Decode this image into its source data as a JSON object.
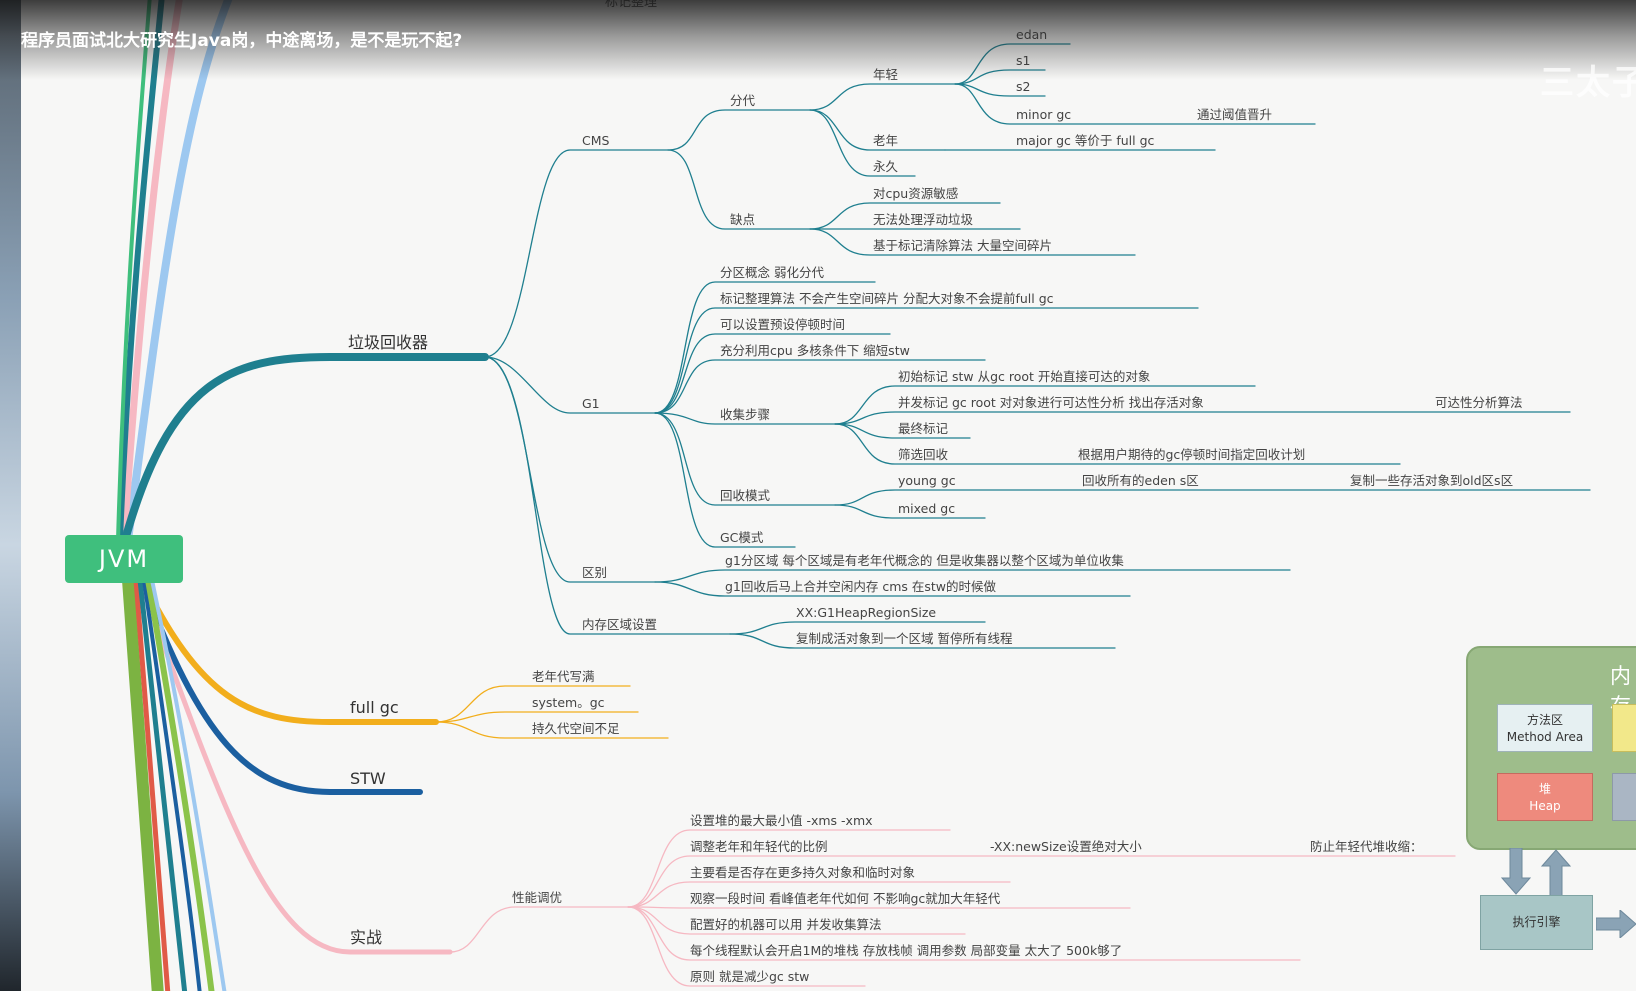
{
  "video": {
    "title": "程序员面试北大研究生Java岗，中途离场，是不是玩不起?",
    "watermark": "三太子"
  },
  "mindmap": {
    "root": "JVM",
    "top_fragment": "标记整理",
    "gc": {
      "label": "垃圾回收器",
      "cms": {
        "label": "CMS",
        "fendai": "分代",
        "young": "年轻",
        "young_items": [
          "edan",
          "s1",
          "s2",
          "minor gc"
        ],
        "promote": "通过阈值晋升",
        "old": "老年",
        "old_note": "major gc 等价于 full gc",
        "perm": "永久",
        "defects_label": "缺点",
        "defects": [
          "对cpu资源敏感",
          "无法处理浮动垃圾",
          "基于标记清除算法 大量空间碎片"
        ]
      },
      "g1": {
        "label": "G1",
        "features": [
          "分区概念 弱化分代",
          "标记整理算法 不会产生空间碎片 分配大对象不会提前full gc",
          "可以设置预设停顿时间",
          "充分利用cpu 多核条件下 缩短stw"
        ],
        "steps_label": "收集步骤",
        "steps": [
          "初始标记 stw 从gc root 开始直接可达的对象",
          "并发标记 gc root 对对象进行可达性分析 找出存活对象",
          "最终标记",
          "筛选回收"
        ],
        "reach_algo": "可达性分析算法",
        "screen_note": "根据用户期待的gc停顿时间指定回收计划",
        "modes_label": "回收模式",
        "young_gc": "young gc",
        "young_gc_note": "回收所有的eden s区",
        "young_gc_note2": "复制一些存活对象到old区s区",
        "mixed_gc": "mixed gc",
        "gc_mode": "GC模式"
      },
      "diff": {
        "label": "区别",
        "items": [
          "g1分区域 每个区域是有老年代概念的 但是收集器以整个区域为单位收集",
          "g1回收后马上合并空闲内存  cms 在stw的时候做"
        ]
      },
      "region": {
        "label": "内存区域设置",
        "items": [
          "XX:G1HeapRegionSize",
          "复制成活对象到一个区域 暂停所有线程"
        ]
      }
    },
    "fullgc": {
      "label": "full gc",
      "items": [
        "老年代写满",
        "system。gc",
        "持久代空间不足"
      ]
    },
    "stw": {
      "label": "STW"
    },
    "practice": {
      "label": "实战",
      "tuning": "性能调优",
      "items": [
        "设置堆的最大最小值 -xms -xmx",
        "调整老年和年轻代的比例",
        "主要看是否存在更多持久对象和临时对象",
        "观察一段时间 看峰值老年代如何 不影响gc就加大年轻代",
        "配置好的机器可以用 并发收集算法",
        "每个线程默认会开启1M的堆栈 存放栈帧 调用参数 局部变量 太大了  500k够了",
        "原则 就是减少gc stw"
      ],
      "ratio_note": "-XX:newSize设置绝对大小",
      "ratio_note2": "防止年轻代堆收缩："
    }
  },
  "memory_diagram": {
    "title": "内存",
    "method_area_cn": "方法区",
    "method_area_en": "Method Area",
    "heap_cn": "堆",
    "heap_en": "Heap",
    "engine": "执行引擎"
  },
  "colors": {
    "teal": "#1f7f8f",
    "gold": "#f2ae1c",
    "blue": "#1b5fa0",
    "pink": "#f6b8c2",
    "green": "#3fbf7d",
    "lightblue": "#9dc8f0"
  }
}
